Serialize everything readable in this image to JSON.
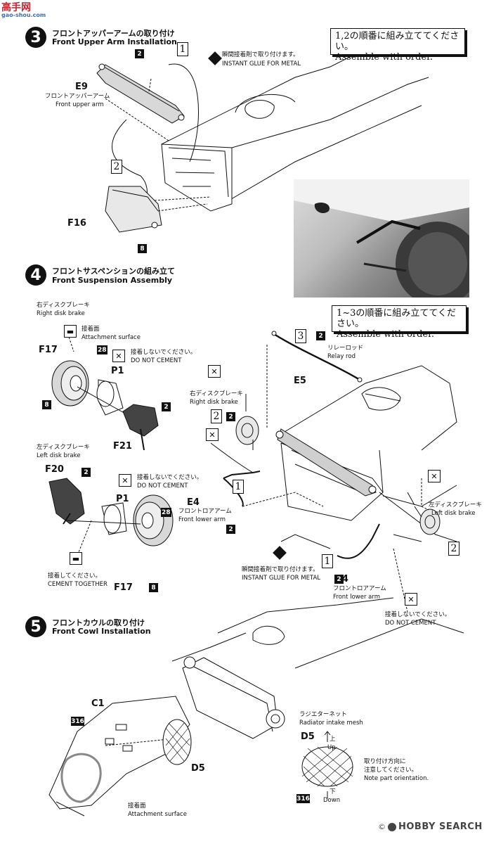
{
  "watermark": {
    "brand_top": "高手网",
    "brand_bottom": "gao-shou.com"
  },
  "footer": {
    "copyright": "©",
    "brand": "HOBBY SEARCH"
  },
  "steps": [
    {
      "number": "3",
      "title_jp": "フロントアッパーアームの取り付け",
      "title_en": "Front Upper Arm Installation",
      "note_jp": "1,2の順番に組み立ててください。",
      "note_en": "Assemble with order.",
      "labels": {
        "glue_jp": "瞬間接着剤で取り付けます。",
        "glue_en": "INSTANT GLUE FOR METAL",
        "arm_jp": "フロントアッパーアーム",
        "arm_en": "Front upper arm"
      },
      "parts": {
        "e9": "E9",
        "f16": "F16"
      },
      "badges": {
        "b1": "2",
        "b2": "8"
      },
      "orders": {
        "o1": "1",
        "o2": "2"
      }
    },
    {
      "number": "4",
      "title_jp": "フロントサスペンションの組み立て",
      "title_en": "Front Suspension Assembly",
      "note_jp": "1~3の順番に組み立ててください。",
      "note_en": "Assemble with order.",
      "labels": {
        "rdb_jp": "右ディスクブレーキ",
        "rdb_en": "Right disk brake",
        "attach_jp": "接着面",
        "attach_en": "Attachment surface",
        "dnc1_jp": "接着しないでください。",
        "dnc1_en": "DO NOT CEMENT",
        "ldb_jp": "左ディスクブレーキ",
        "ldb_en": "Left disk brake",
        "dnc2_jp": "接着しないでください。",
        "dnc2_en": "DO NOT CEMENT",
        "cement_jp": "接着してください。",
        "cement_en": "CEMENT TOGETHER",
        "relay_jp": "リレーロッド",
        "relay_en": "Relay rod",
        "rdb2_jp": "右ディスクブレーキ",
        "rdb2_en": "Right disk brake",
        "fla1_jp": "フロントロアアーム",
        "fla1_en": "Front lower arm",
        "glue_jp": "瞬間接着剤で取り付けます。",
        "glue_en": "INSTANT GLUE FOR METAL",
        "fla2_jp": "フロントロアアーム",
        "fla2_en": "Front lower arm",
        "ldb2_jp": "左ディスクブレーキ",
        "ldb2_en": "Left disk brake",
        "dnc3_jp": "接着しないでください。",
        "dnc3_en": "DO NOT CEMENT"
      },
      "parts": {
        "f17a": "F17",
        "p1a": "P1",
        "f21": "F21",
        "f20": "F20",
        "p1b": "P1",
        "f17b": "F17",
        "e5": "E5",
        "e4a": "E4",
        "e4b": "E4"
      },
      "badges": {
        "b28a": "28",
        "b8a": "8",
        "b2a": "2",
        "b2b": "2",
        "b28b": "28",
        "b8b": "8",
        "b2c": "2",
        "b2d": "2",
        "b2e": "2"
      },
      "orders": {
        "o3": "3",
        "o2a": "2",
        "o1a": "1",
        "o1b": "1",
        "o2b": "2"
      }
    },
    {
      "number": "5",
      "title_jp": "フロントカウルの取り付け",
      "title_en": "Front Cowl Installation",
      "labels": {
        "mesh_jp": "ラジエターネット",
        "mesh_en": "Radiator intake mesh",
        "up_jp": "上",
        "up_en": "Up",
        "down_jp": "下",
        "down_en": "Down",
        "orient_jp1": "取り付け方向に",
        "orient_jp2": "注意してください。",
        "orient_en": "Note part orientation.",
        "attach_jp": "接着面",
        "attach_en": "Attachment surface"
      },
      "parts": {
        "c1": "C1",
        "d5a": "D5",
        "d5b": "D5"
      },
      "badges": {
        "b316a": "316",
        "b316b": "316"
      }
    }
  ]
}
